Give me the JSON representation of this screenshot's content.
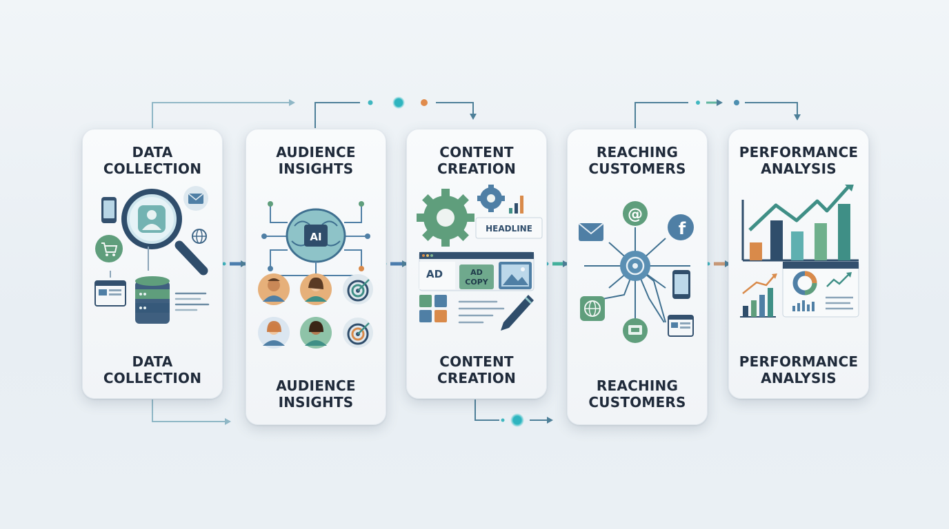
{
  "steps": [
    {
      "top": [
        "DATA",
        "COLLECTION"
      ],
      "bottom": [
        "DATA",
        "COLLECTION"
      ]
    },
    {
      "top": [
        "AUDIENCE",
        "INSIGHTS"
      ],
      "bottom": [
        "AUDIENCE",
        "INSIGHTS"
      ]
    },
    {
      "top": [
        "CONTENT",
        "CREATION"
      ],
      "bottom": [
        "CONTENT",
        "CREATION"
      ]
    },
    {
      "top": [
        "REACHING",
        "CUSTOMERS"
      ],
      "bottom": [
        "REACHING",
        "CUSTOMERS"
      ]
    },
    {
      "top": [
        "PERFORMANCE",
        "ANALYSIS"
      ],
      "bottom": [
        "PERFORMANCE",
        "ANALYSIS"
      ]
    }
  ],
  "labels": {
    "ai": "AI",
    "headline": "HEADLINE",
    "ad": "AD",
    "ad_copy_1": "AD",
    "ad_copy_2": "COPY",
    "at_sign": "@",
    "facebook": "f"
  },
  "colors": {
    "teal": "#3f8f86",
    "navy": "#2f4d6b",
    "blue": "#4f7fa5",
    "orange": "#d98a4a",
    "green": "#5f9e7c",
    "cyan": "#40c4c4"
  },
  "icons": [
    "smartphone-icon",
    "magnifier-icon",
    "user-icon",
    "mail-icon",
    "cart-icon",
    "globe-icon",
    "browser-icon",
    "database-icon",
    "brain-icon",
    "avatar-icon",
    "target-icon",
    "gear-icon",
    "bar-chart-icon",
    "image-icon",
    "pen-icon",
    "hub-icon",
    "facebook-icon",
    "line-chart-icon",
    "donut-chart-icon"
  ]
}
